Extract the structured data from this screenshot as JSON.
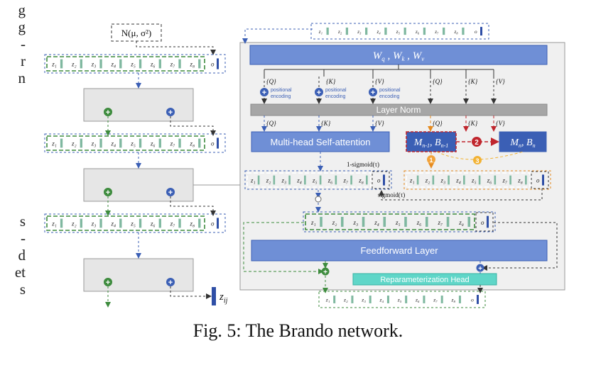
{
  "side_text_top": [
    "g",
    "g",
    "-",
    "r",
    "n"
  ],
  "side_text_bottom": [
    "s",
    "-",
    "d",
    "et",
    "s"
  ],
  "caption": "Fig. 5: The Brando network.",
  "noise_label": "N(μ, σ²)",
  "token_labels": [
    "z₁",
    "z₂",
    "z₃",
    "z₄",
    "z₅",
    "z₆",
    "z₇",
    "z₈"
  ],
  "o_label": "o",
  "z_out_label": "z",
  "z_out_sub": "ij",
  "wqkv": "W_q , W_k , W_v",
  "q_label": "{Q}",
  "k_label": "{K}",
  "v_label": "{V}",
  "positional_encoding": "positional encoding",
  "layer_norm": "Layer Norm",
  "mhsa": "Multi-head Self-attention",
  "m_prev": "M_{n-1}, B_{n-1}",
  "m_cur": "M_n, B_n",
  "sigmoid_inv": "1-sigmoid(τ)",
  "sigmoid": "sigmoid(τ)",
  "feedforward": "Feedforward Layer",
  "reparam": "Reparameterization Head",
  "step2": "2",
  "step1": "1",
  "step3": "3",
  "colors": {
    "blue_fill": "#6f8fd6",
    "blue_border": "#3b5fb5",
    "green": "#3d8b3d",
    "orange": "#e58a1f",
    "red": "#c0262d",
    "gray": "#a6a6a6",
    "teal": "#5fd6c8"
  }
}
